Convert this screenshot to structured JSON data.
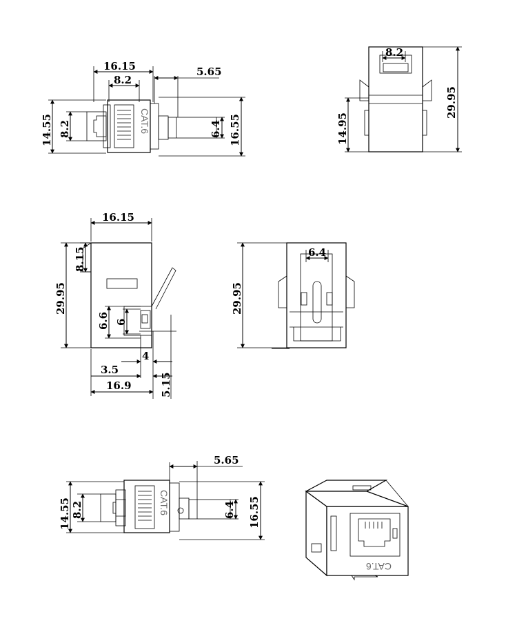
{
  "views": {
    "top_left": {
      "dim_top_total": "16.15",
      "dim_top_inner": "8.2",
      "dim_top_right": "5.65",
      "dim_left_outer": "14.55",
      "dim_left_inner": "8.2",
      "dim_right_small": "6.4",
      "dim_right_total": "16.55",
      "label": "CAT.6"
    },
    "top_right": {
      "dim_top": "8.2",
      "dim_left": "14.95",
      "dim_right": "29.95"
    },
    "middle_left": {
      "dim_top": "16.15",
      "dim_left_small": "8.15",
      "dim_left_total": "29.95",
      "dim_slot_outer": "6.6",
      "dim_slot_inner": "6",
      "dim_4": "4",
      "dim_3_5": "3.5",
      "dim_16_9": "16.9",
      "dim_5_15": "5.15"
    },
    "middle_right": {
      "dim_top": "6.4",
      "dim_left": "29.95"
    },
    "bottom_left": {
      "dim_top_right": "5.65",
      "dim_left_outer": "14.55",
      "dim_left_inner": "8.2",
      "dim_right_small": "6.4",
      "dim_right_total": "16.55",
      "label": "CAT.6"
    },
    "bottom_right": {
      "label": "CAT.6"
    }
  }
}
